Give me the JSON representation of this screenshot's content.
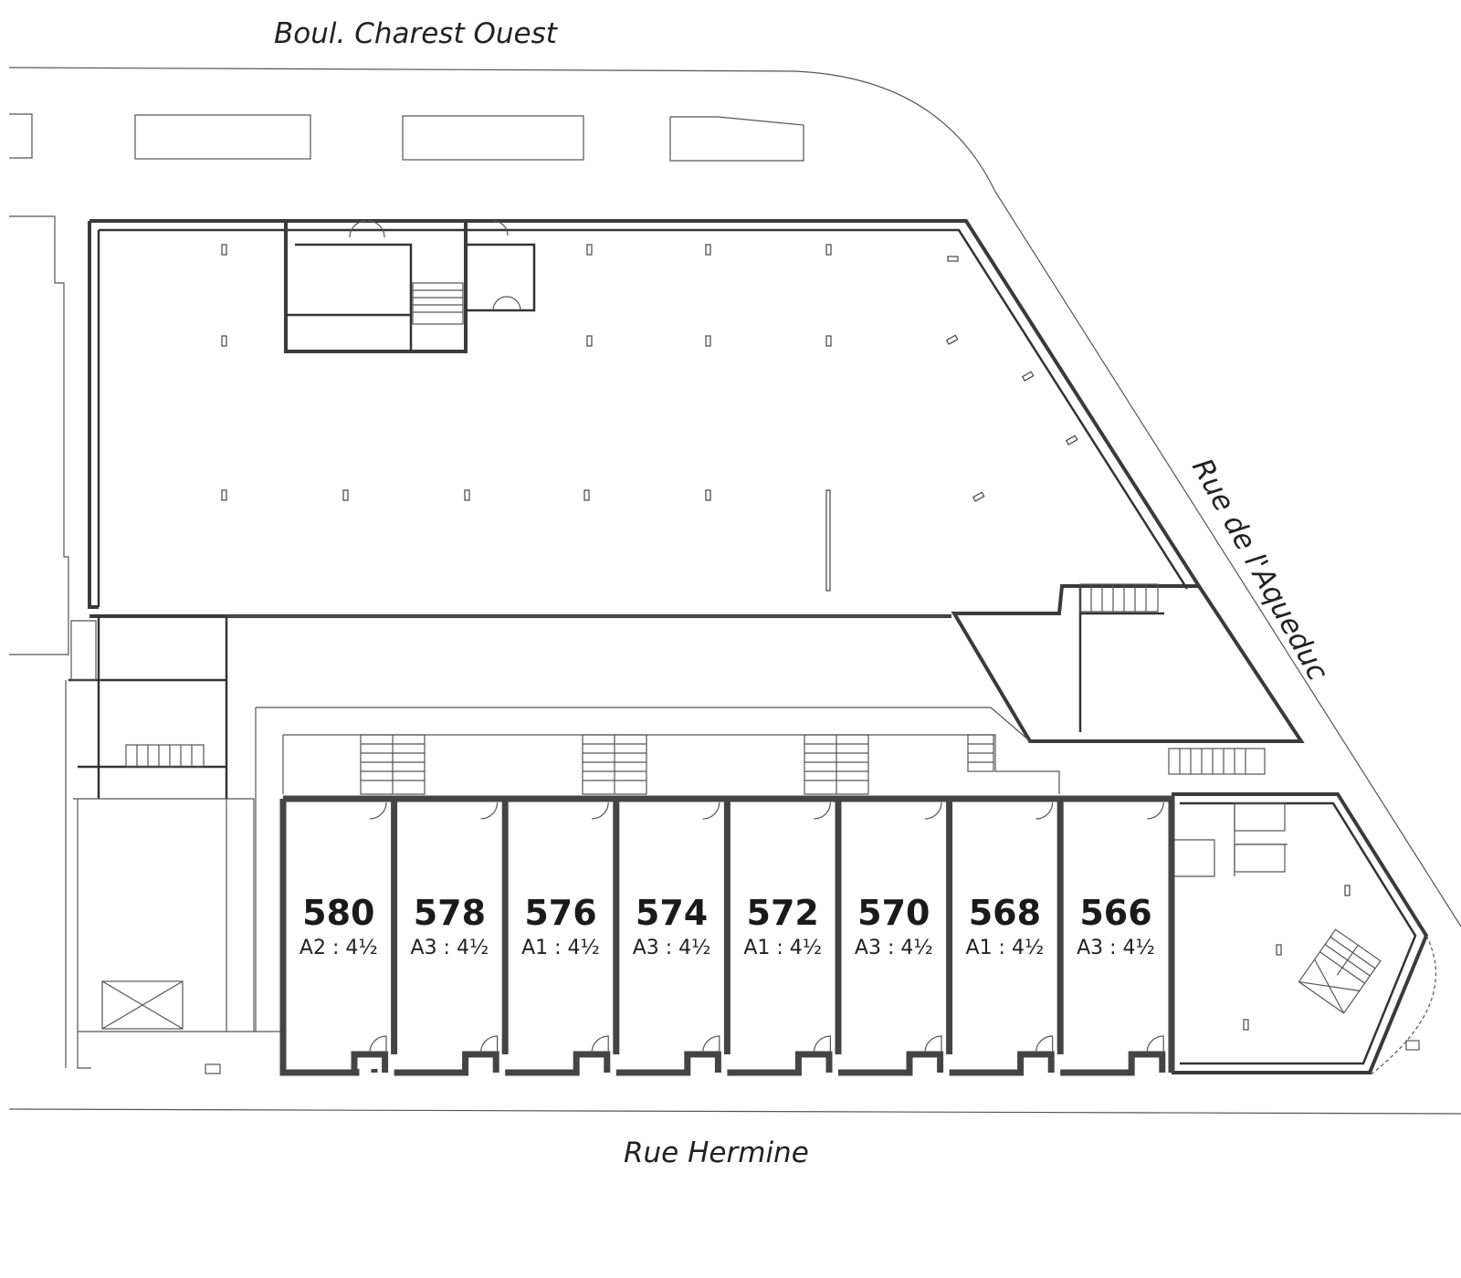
{
  "streets": {
    "north": "Boul. Charest Ouest",
    "east": "Rue de l'Aqueduc",
    "south": "Rue Hermine"
  },
  "units": [
    {
      "number": "580",
      "type": "A2 : 4½"
    },
    {
      "number": "578",
      "type": "A3 : 4½"
    },
    {
      "number": "576",
      "type": "A1 : 4½"
    },
    {
      "number": "574",
      "type": "A3 : 4½"
    },
    {
      "number": "572",
      "type": "A1 : 4½"
    },
    {
      "number": "570",
      "type": "A3 : 4½"
    },
    {
      "number": "568",
      "type": "A1 : 4½"
    },
    {
      "number": "566",
      "type": "A3 : 4½"
    }
  ],
  "colors": {
    "wall": "#3a3a3a",
    "line": "#555555",
    "text": "#1a1a1a"
  }
}
